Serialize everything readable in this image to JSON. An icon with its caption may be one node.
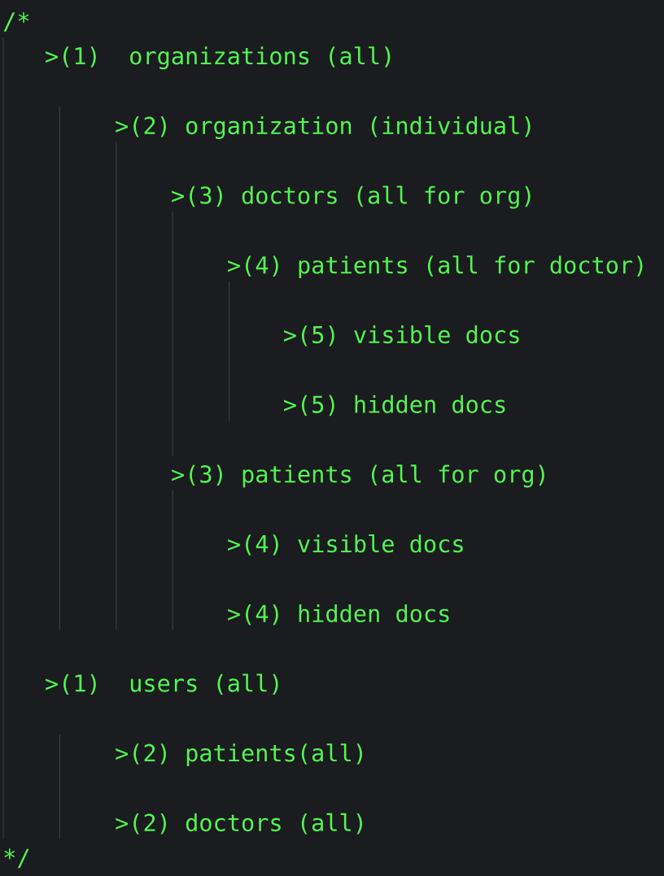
{
  "diagram": {
    "labels": [
      "/*",
      ">(1)  organizations (all)",
      ">(2) organization (individual)",
      ">(3) doctors (all for org)",
      ">(4) patients (all for doctor)",
      ">(5) visible docs",
      ">(5) hidden docs",
      ">(3) patients (all for org)",
      ">(4) visible docs",
      ">(4) hidden docs",
      ">(1)  users (all)",
      ">(2) patients(all)",
      ">(2) doctors (all)",
      "*/"
    ]
  }
}
